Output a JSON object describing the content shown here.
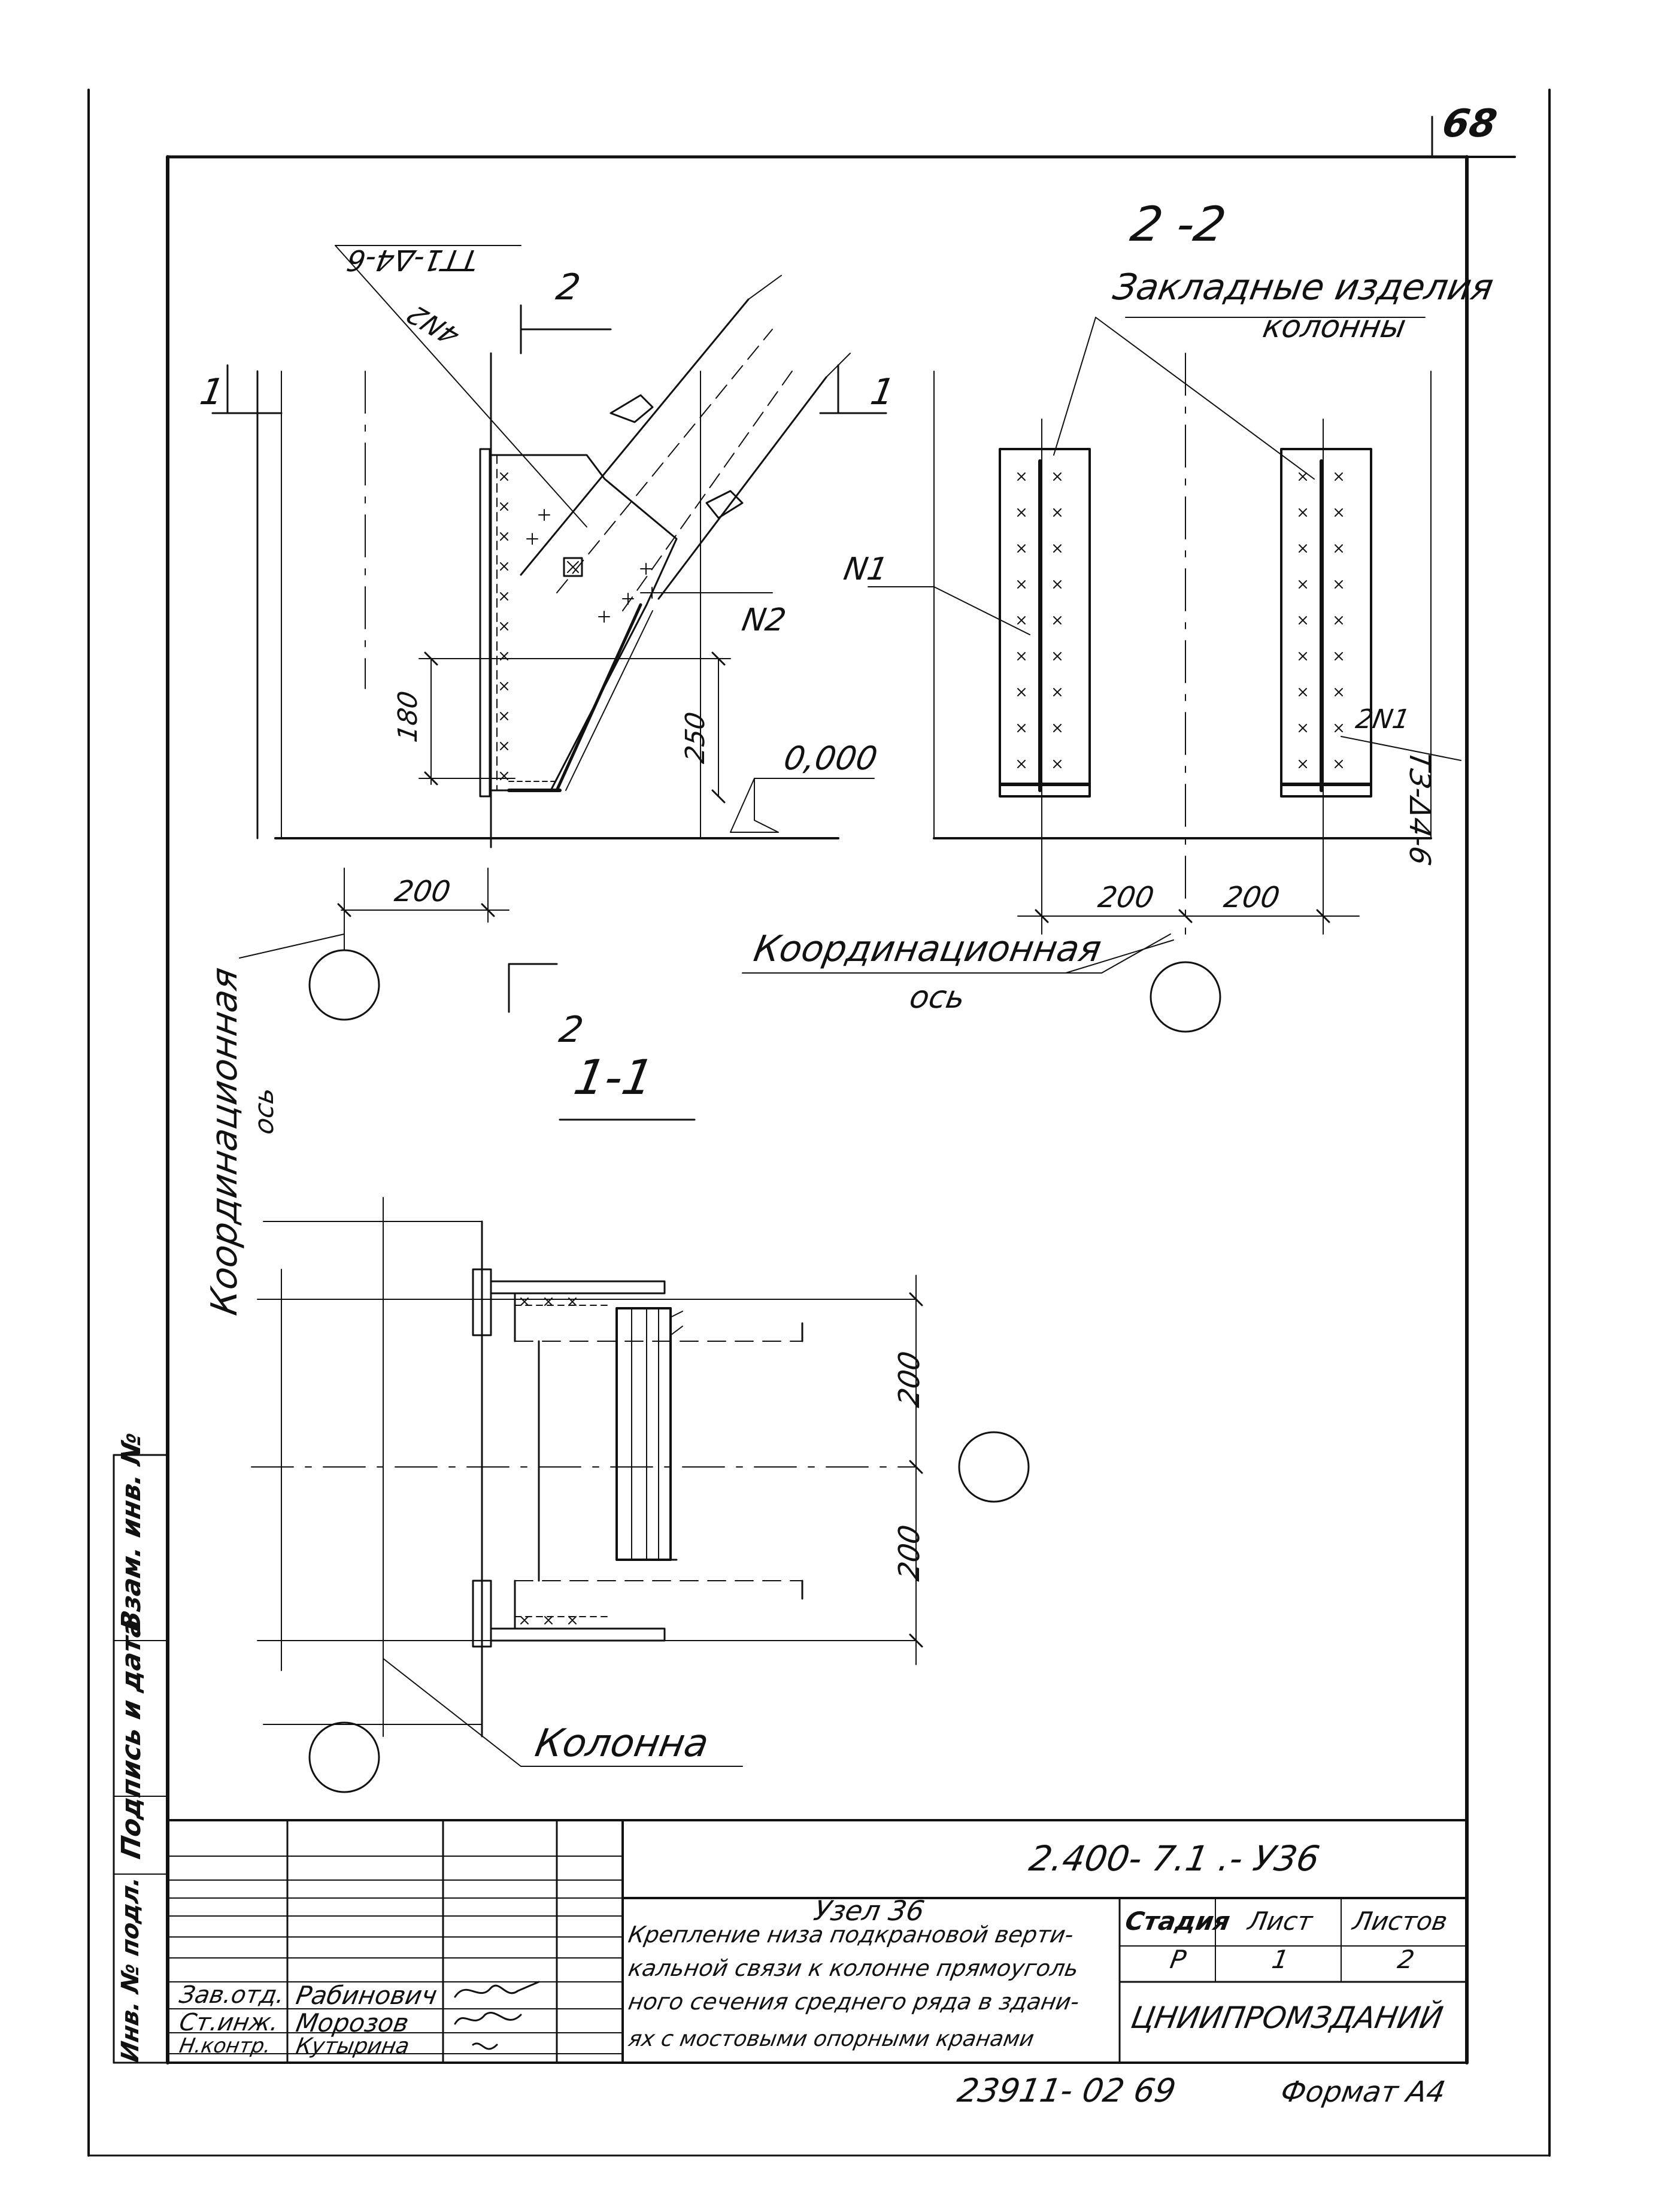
{
  "page_number": "68",
  "section_2_2": "2 -2",
  "section_1_1_mark": "1",
  "section_2_mark": "2",
  "section_1_1_title": "1-1",
  "embedded_items_line1": "Закладные изделия",
  "embedded_items_line2": "колонны",
  "weld_mark_top": "ТТ1-Δ4-6",
  "weld_mark_right": "ТЗ-Δ4-6",
  "part_4n2": "4N2",
  "part_n1": "N1",
  "part_n2": "N2",
  "part_2n1": "2N1",
  "dim_180": "180",
  "dim_250": "250",
  "dim_200": "200",
  "level_0": "0,000",
  "coord_axis_line1": "Координационная",
  "coord_axis_line2": "ось",
  "column_label": "Колонна",
  "side_stamp": {
    "inv_orig": "Инв. № подл.",
    "sign_date": "Подпись и дата",
    "vzam_inv": "Взам. инв. №"
  },
  "title_block": {
    "doc_code": "2.400- 7.1 .- У36",
    "node_title": "Узел 36",
    "description": [
      "Крепление низа подкрановой верти-",
      "кальной связи к колонне прямоуголь",
      "ного сечения среднего ряда в здани-",
      "ях с мостовыми опорными кранами"
    ],
    "stage_header": "Стадия",
    "sheet_header": "Лист",
    "sheets_header": "Листов",
    "stage": "Р",
    "sheet": "1",
    "sheets": "2",
    "organization": "ЦНИИПРОМЗДАНИЙ",
    "roles": [
      {
        "role": "Зав.отд.",
        "name": "Рабинович"
      },
      {
        "role": "Ст.инж.",
        "name": "Морозов"
      },
      {
        "role": "Н.контр.",
        "name": "Кутырина"
      }
    ]
  },
  "footer_code": "23911- 02  69",
  "footer_format": "Формат А4"
}
